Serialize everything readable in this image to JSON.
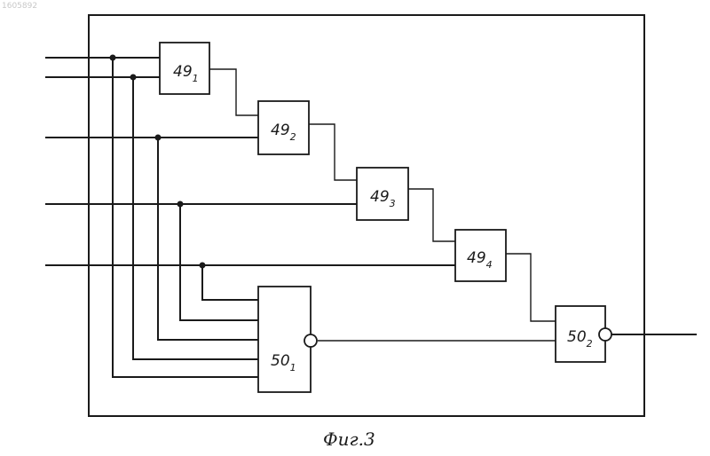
{
  "stamp": "1605892",
  "blocks": [
    {
      "id": "49_1",
      "main": "49",
      "sub": "1"
    },
    {
      "id": "49_2",
      "main": "49",
      "sub": "2"
    },
    {
      "id": "49_3",
      "main": "49",
      "sub": "3"
    },
    {
      "id": "49_4",
      "main": "49",
      "sub": "4"
    },
    {
      "id": "50_1",
      "main": "50",
      "sub": "1"
    },
    {
      "id": "50_2",
      "main": "50",
      "sub": "2"
    }
  ],
  "caption": "Фиг.3"
}
